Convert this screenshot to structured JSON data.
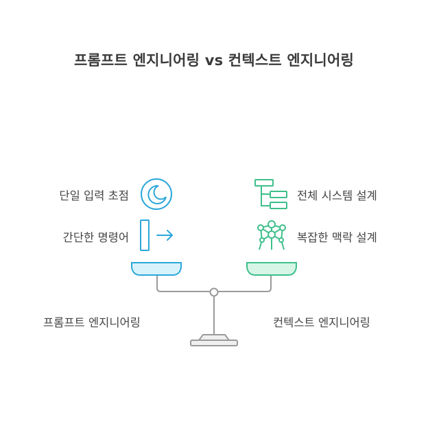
{
  "title": "프롬프트 엔지니어링 vs 컨텍스트 엔지니어링",
  "left": {
    "name": "프롬프트 엔지니어링",
    "items": [
      {
        "label": "단일 입력 초점",
        "icon": "crescent-moon-circle-icon"
      },
      {
        "label": "간단한 명령어",
        "icon": "bar-arrow-icon"
      }
    ],
    "color": "#2aa7d9",
    "pan_fill": "#d8f2fb"
  },
  "right": {
    "name": "컨텍스트 엔지니어링",
    "items": [
      {
        "label": "전체 시스템 설계",
        "icon": "hierarchy-tree-icon"
      },
      {
        "label": "복잡한 맥락 설계",
        "icon": "molecule-network-icon"
      }
    ],
    "color": "#3dbf8a",
    "pan_fill": "#d6f5e6"
  },
  "scale_color": "#9a9a9a"
}
